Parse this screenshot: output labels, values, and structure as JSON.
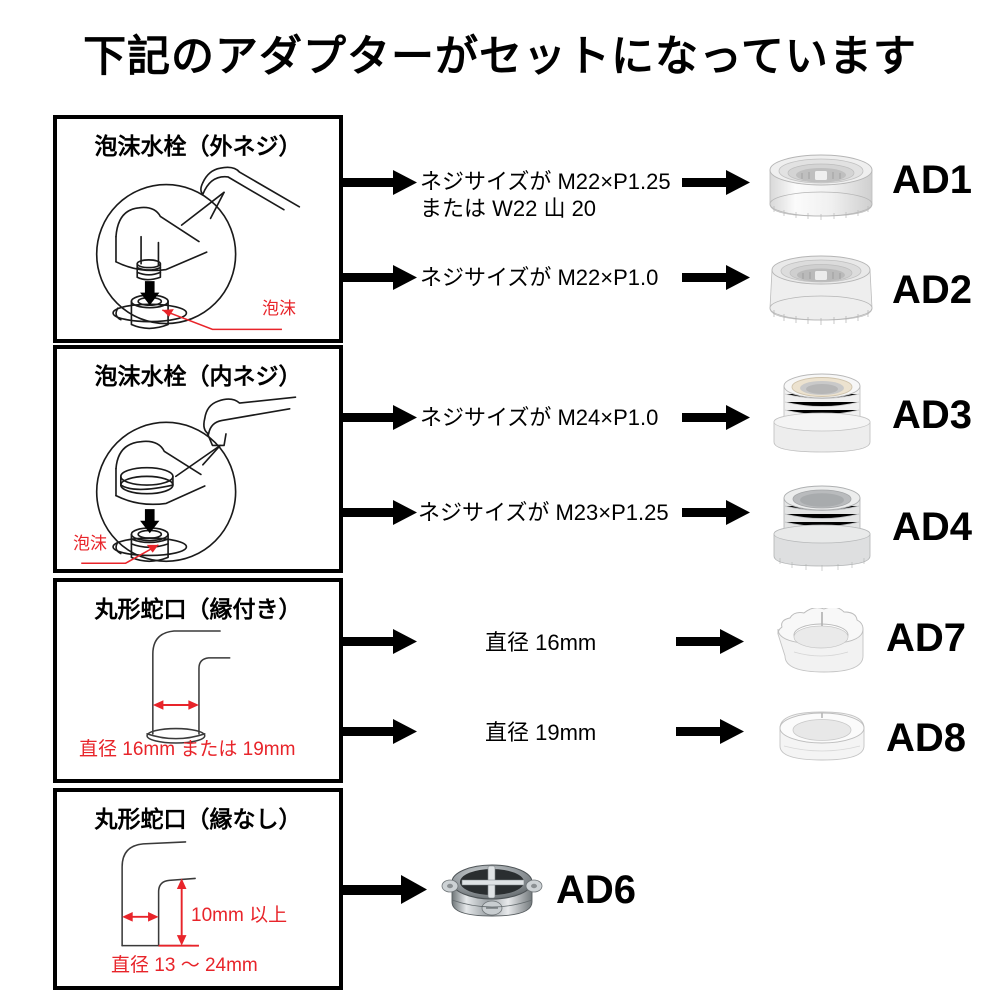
{
  "title": "下記のアダプターがセットになっています",
  "faucet_types": [
    {
      "id": "box1",
      "label": "泡沫水栓（外ネジ）",
      "annotations": [
        {
          "name": "aerator-callout",
          "text": "泡沫",
          "color": "#e8242a"
        }
      ]
    },
    {
      "id": "box2",
      "label": "泡沫水栓（内ネジ）",
      "annotations": [
        {
          "name": "aerator-callout",
          "text": "泡沫",
          "color": "#e8242a"
        }
      ]
    },
    {
      "id": "box3",
      "label": "丸形蛇口（縁付き）",
      "annotations": [
        {
          "name": "diameter-note",
          "text": "直径 16mm または 19mm",
          "color": "#e8242a"
        }
      ]
    },
    {
      "id": "box4",
      "label": "丸形蛇口（縁なし）",
      "annotations": [
        {
          "name": "height-note",
          "text": "10mm 以上",
          "color": "#e8242a"
        },
        {
          "name": "diameter-note",
          "text": "直径 13 ～ 24mm",
          "color": "#e8242a"
        }
      ]
    }
  ],
  "rows": [
    {
      "condition_line1": "ネジサイズが M22×P1.25",
      "condition_line2": "または W22 山 20",
      "adapter": "AD1",
      "adapter_icon": "white-ring-adapter-knurled"
    },
    {
      "condition_line1": "ネジサイズが M22×P1.0",
      "condition_line2": "",
      "adapter": "AD2",
      "adapter_icon": "white-ring-adapter-knurled"
    },
    {
      "condition_line1": "ネジサイズが M24×P1.0",
      "condition_line2": "",
      "adapter": "AD3",
      "adapter_icon": "white-threaded-adapter"
    },
    {
      "condition_line1": "ネジサイズが M23×P1.25",
      "condition_line2": "",
      "adapter": "AD4",
      "adapter_icon": "grey-threaded-adapter"
    },
    {
      "condition_line1": "直径 16mm",
      "condition_line2": "",
      "adapter": "AD7",
      "adapter_icon": "white-lobed-ring"
    },
    {
      "condition_line1": "直径 19mm",
      "condition_line2": "",
      "adapter": "AD8",
      "adapter_icon": "white-plain-ring"
    },
    {
      "condition_line1": "",
      "condition_line2": "",
      "adapter": "AD6",
      "adapter_icon": "chrome-crossbar-adapter"
    }
  ],
  "colors": {
    "red_annotation": "#e8242a",
    "outline": "#000000",
    "background": "#ffffff",
    "product_white": "#f2f2f2",
    "product_grey": "#b9bbbd",
    "product_chrome": "#8c9296"
  }
}
